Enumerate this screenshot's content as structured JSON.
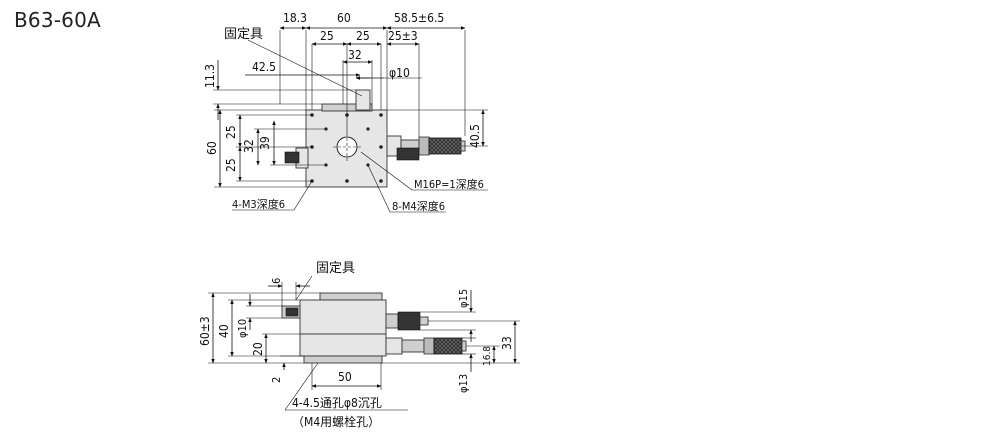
{
  "title": "B63-60A",
  "top_view": {
    "dims_top": [
      "18.3",
      "60",
      "58.5±6.5"
    ],
    "dims_second": [
      "25",
      "25",
      "25±3"
    ],
    "dim_32": "32",
    "dim_42_5": "42.5",
    "dim_phi10": "φ10",
    "dim_11_3": "11.3",
    "dims_left": [
      "25",
      "32",
      "39",
      "25"
    ],
    "dim_60": "60",
    "dim_40_5": "40.5",
    "label_fixture": "固定具",
    "callout_m16": "M16P=1深度6",
    "callout_m3": "4-M3深度6",
    "callout_m4": "8-M4深度6"
  },
  "side_view": {
    "label_fixture": "固定具",
    "dim_6": "6",
    "dim_phi10": "φ10",
    "dim_60pm3": "60±3",
    "dim_40": "40",
    "dim_20": "20",
    "dim_2": "2",
    "dim_50": "50",
    "dim_phi15": "φ15",
    "dim_phi13": "φ13",
    "dim_16_8": "16.8",
    "dim_33": "33",
    "callout_holes": "4-4.5通孔φ8沉孔",
    "callout_bolt": "（M4用螺栓孔）"
  }
}
